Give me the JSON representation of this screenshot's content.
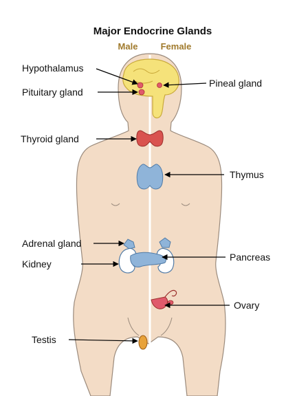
{
  "diagram": {
    "title": "Major Endocrine Glands",
    "sexes": {
      "male": "Male",
      "female": "Female"
    },
    "labels": {
      "hypothalamus": "Hypothalamus",
      "pituitary": "Pituitary gland",
      "pineal": "Pineal gland",
      "thyroid": "Thyroid gland",
      "thymus": "Thymus",
      "adrenal": "Adrenal gland",
      "kidney": "Kidney",
      "pancreas": "Pancreas",
      "ovary": "Ovary",
      "testis": "Testis"
    },
    "colors": {
      "skin": "#f3dcc6",
      "outline": "#9a8a7c",
      "brain": "#f5e27a",
      "thyroid": "#d9534f",
      "thymus": "#8fb4d9",
      "accent": "#a07a2c"
    }
  }
}
